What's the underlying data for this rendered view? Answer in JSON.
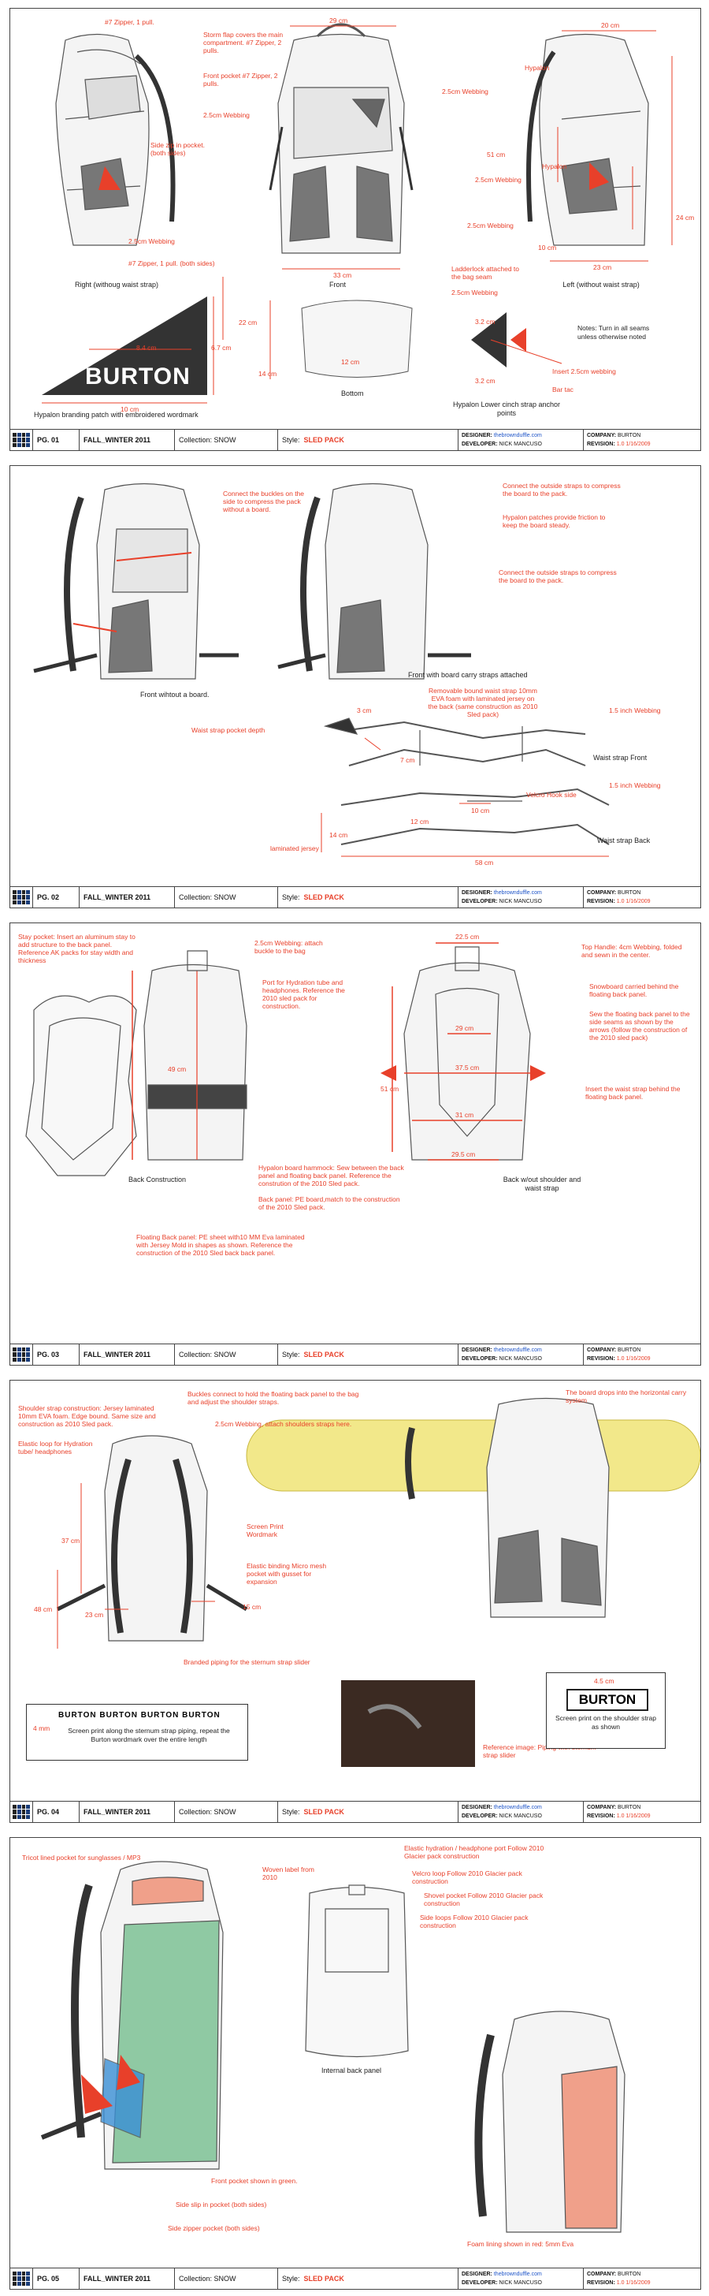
{
  "footer": {
    "season": "FALL_WINTER 2011",
    "collection": "Collection: SNOW",
    "style_label": "Style:",
    "style_value": "SLED PACK",
    "designer_label": "DESIGNER:",
    "designer_value": "thebrownduffle.com",
    "developer_label": "DEVELOPER:",
    "developer_value": "NICK MANCUSO",
    "company_label": "COMPANY:",
    "company_value": "BURTON",
    "revision_label": "REVISION:",
    "revision_value": "1.0  1/16/2009"
  },
  "colors": {
    "accent": "#e8402a",
    "line": "#555555",
    "strap": "#333333",
    "green": "#8fc9a3",
    "salmon": "#f0a08a",
    "yellow": "#f2e88a",
    "blue": "#3a8fd6"
  },
  "pages": [
    {
      "number": "PG. 01",
      "dims": {
        "top_w": "29 cm",
        "top_w2": "20 cm",
        "side_h": "51 cm",
        "side_h2": "24 cm",
        "bottom_w": "33 cm",
        "side_w": "23 cm",
        "mid_w": "10 cm",
        "mid_h": "22 cm",
        "patch_h": "6.7 cm",
        "patch_w": "8.4 cm",
        "patch_base": "10 cm",
        "bot_d": "14 cm",
        "bot_w": "12 cm",
        "tri1": "3.2 cm",
        "tri2": "3.2 cm"
      },
      "annotations": [
        "#7 Zipper, 1 pull.",
        "Storm flap covers the main compartment. #7 Zipper, 2 pulls.",
        "Front pocket #7 Zipper, 2 pulls.",
        "2.5cm Webbing",
        "Side zip in pocket. (both sides)",
        "2.5cm Webbing",
        "#7 Zipper, 1 pull. (both sides)",
        "Hypalon",
        "2.5cm Webbing",
        "Hypalon",
        "2.5cm Webbing",
        "2.5cm Webbing",
        "Ladderlock attached to the bag seam",
        "2.5cm Webbing",
        "Insert 2.5cm webbing",
        "Bar tac"
      ],
      "labels": {
        "right": "Right (withoug waist strap)",
        "front": "Front",
        "left": "Left (without waist strap)",
        "bottom": "Bottom",
        "patch": "Hypalon branding patch with embroidered wordmark",
        "anchor": "Hypalon Lower cinch strap anchor points",
        "notes": "Notes: Turn in all seams unless otherwise noted",
        "brand": "BURTON"
      }
    },
    {
      "number": "PG. 02",
      "annotations": [
        "Connect the buckles on the side to compress the pack without a board.",
        "Connect the outside straps to compress the board to the pack.",
        "Hypalon patches provide friction to keep the board steady.",
        "Connect the outside straps to compress the board to the pack.",
        "Removable bound waist strap 10mm EVA foam with laminated jersey on the back (same construction as 2010 Sled pack)",
        "Waist strap pocket depth",
        "1.5 inch Webbing",
        "1.5 inch Webbing",
        "Velcro Hook side",
        "laminated jersey"
      ],
      "dims": {
        "d1": "3 cm",
        "d2": "7 cm",
        "d3": "12 cm",
        "d4": "10 cm",
        "d5": "14 cm",
        "d6": "58 cm"
      },
      "labels": {
        "front_no_board": "Front wihtout a board.",
        "front_board": "Front with board carry straps attached",
        "ws_front": "Waist strap Front",
        "ws_back": "Waist strap Back"
      }
    },
    {
      "number": "PG. 03",
      "annotations": [
        "Stay pocket: Insert an aluminum stay to add structure to the back panel. Reference AK packs for stay width and thickness",
        "2.5cm Webbing: attach buckle to the bag",
        "Port for Hydration tube and headphones. Reference the 2010 sled pack for construction.",
        "Hypalon board hammock: Sew between the back panel and floating back panel. Reference the constrution of the 2010 Sled pack.",
        "Back panel: PE board,match to the construction of the 2010 Sled pack.",
        "Floating Back panel: PE sheet with10 MM Eva laminated with Jersey Mold in shapes as shown. Reference the construction of the 2010 Sled back back panel.",
        "Top Handle: 4cm Webbing, folded and sewn in the center.",
        "Snowboard carried behind the floating back panel.",
        "Sew the floating back panel to the side seams as shown by the arrows (follow the construction of the 2010 sled pack)",
        "Insert the waist strap behind the floating back panel."
      ],
      "dims": {
        "d1": "49 cm",
        "d2": "22.5 cm",
        "d3": "29 cm",
        "d4": "37.5 cm",
        "d5": "51 cm",
        "d6": "31 cm",
        "d7": "29.5 cm"
      },
      "labels": {
        "back_construction": "Back Construction",
        "back_wo": "Back w/out shoulder and waist strap"
      }
    },
    {
      "number": "PG. 04",
      "annotations": [
        "Buckles connect to hold the floating back panel to the bag and adjust the shoulder straps.",
        "The board drops into the horizontal carry system",
        "Shoulder strap construction: Jersey laminated 10mm EVA foam. Edge bound. Same size and construction as 2010 Sled pack.",
        "2.5cm Webbing, attach shoulders straps here.",
        "Elastic loop for Hydration tube/ headphones",
        "Screen Print Wordmark",
        "Elastic binding Micro mesh pocket with gusset for expansion",
        "Branded piping for the sternum strap slider",
        "Reference image: Piping with sternum strap slider"
      ],
      "dims": {
        "d1": "37 cm",
        "d2": "48 cm",
        "d3": "23 cm",
        "d4": "15 cm",
        "d5": "4.5 cm",
        "d6": "4 mm"
      },
      "labels": {
        "wordmark_strip": "BURTON BURTON BURTON BURTON",
        "piping_note": "Screen print along the sternum strap piping, repeat the Burton wordmark over the entire length",
        "screen_note": "Screen print on the shoulder strap as shown",
        "brand": "BURTON"
      }
    },
    {
      "number": "PG. 05",
      "annotations": [
        "Tricot lined pocket for sunglasses / MP3",
        "Woven label from 2010",
        "Elastic hydration / headphone port Follow 2010 Glacier pack construction",
        "Velcro loop Follow 2010 Glacier pack construction",
        "Shovel pocket Follow 2010 Glacier pack construction",
        "Side loops Follow 2010 Glacier pack construction",
        "Front pocket shown in green.",
        "Side slip in pocket (both sides)",
        "Side zipper pocket (both sides)",
        "Foam lining shown in red: 5mm Eva"
      ],
      "labels": {
        "internal": "Internal back panel"
      }
    }
  ]
}
